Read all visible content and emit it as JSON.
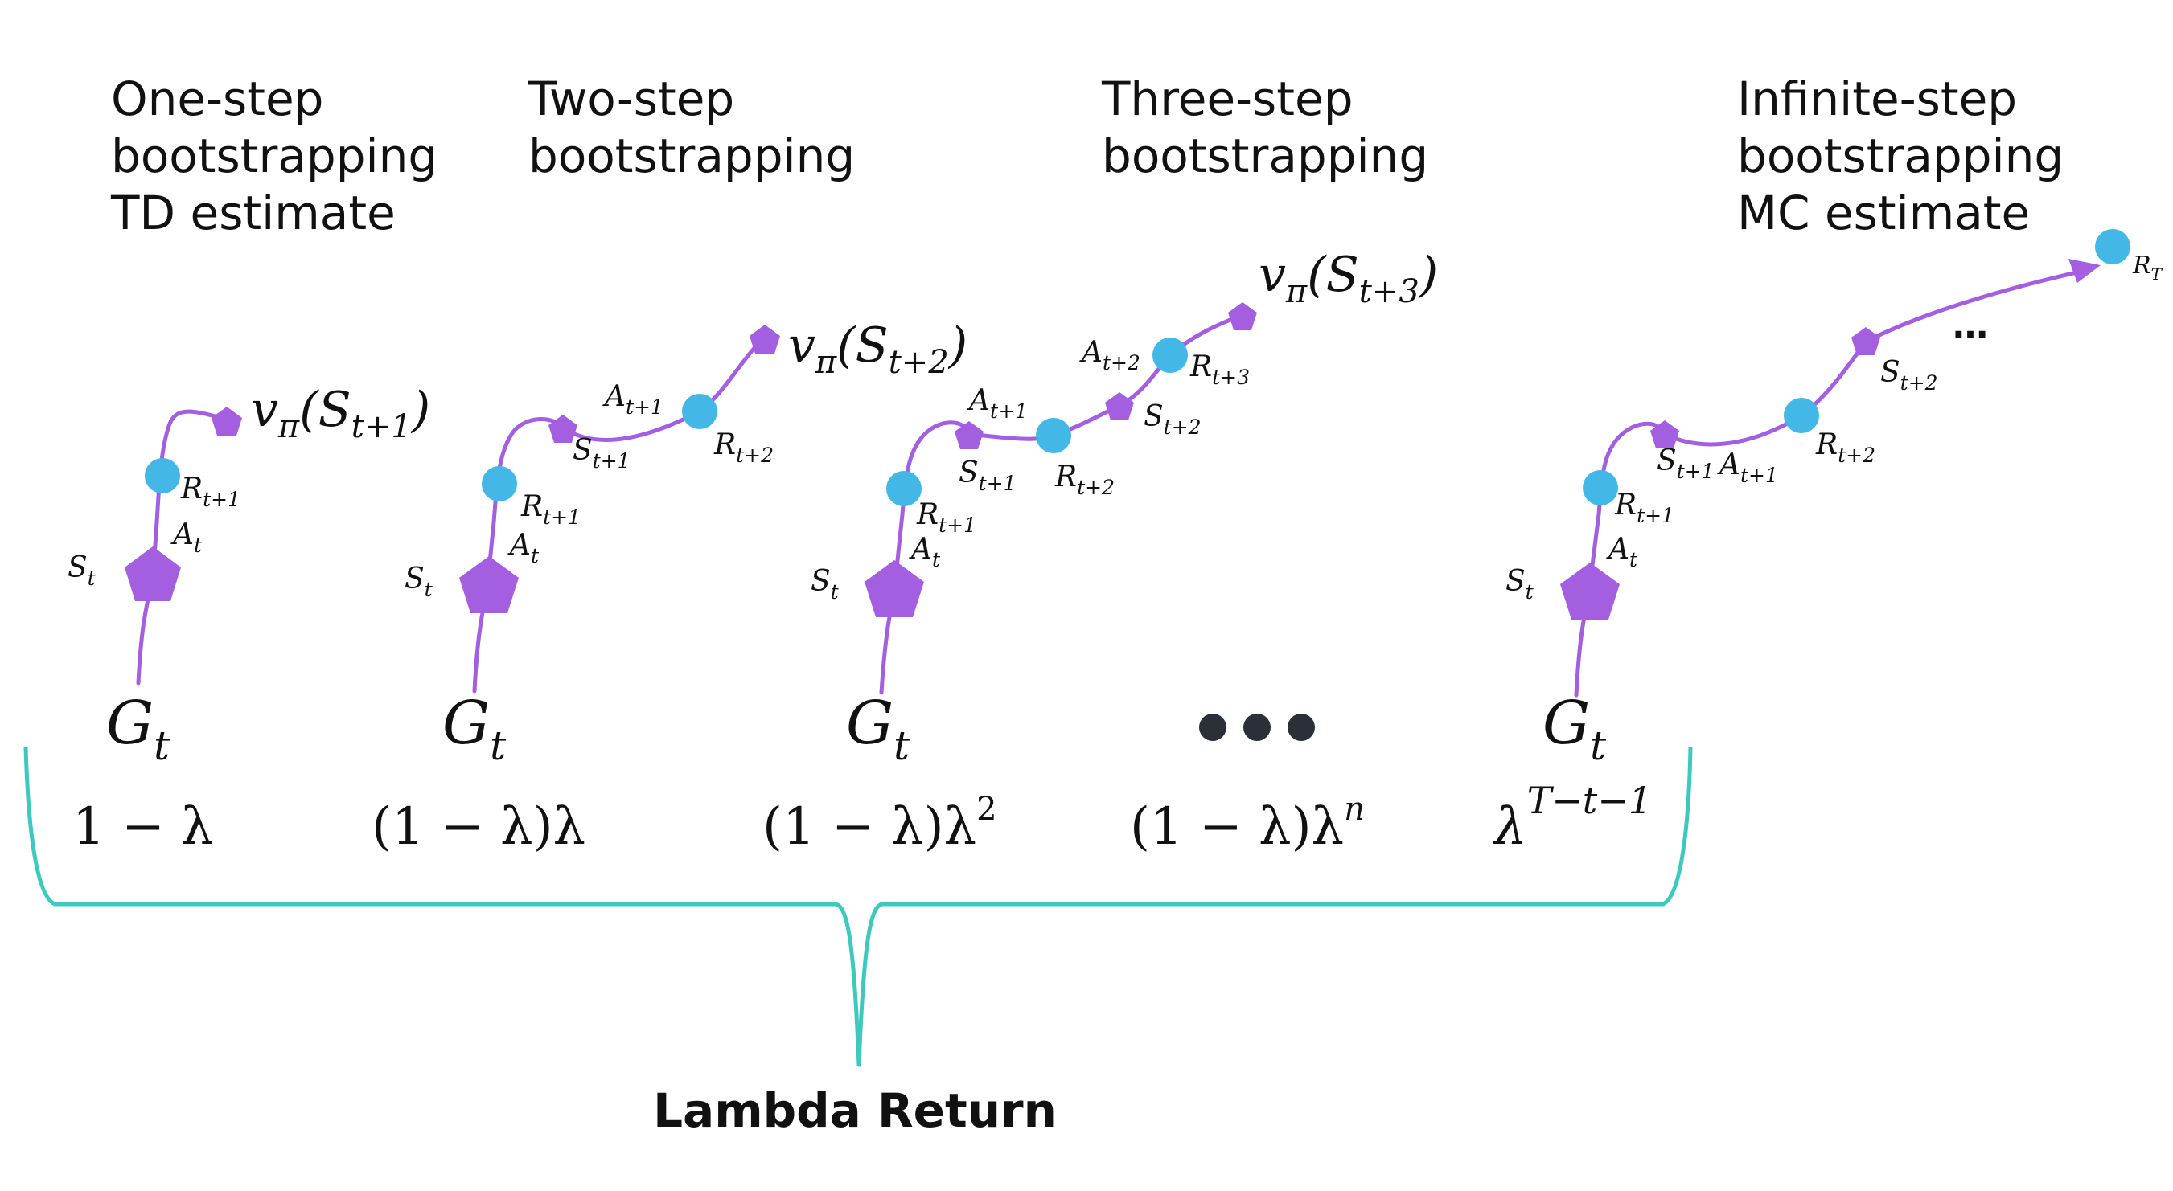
{
  "columns": [
    {
      "heading": [
        "One-step",
        "bootstrapping",
        "TD estimate"
      ],
      "value_label": "v_π(S_{t+1})",
      "weight": "1 − λ"
    },
    {
      "heading": [
        "Two-step",
        "bootstrapping"
      ],
      "value_label": "v_π(S_{t+2})",
      "weight": "(1 − λ)λ"
    },
    {
      "heading": [
        "Three-step",
        "bootstrapping"
      ],
      "value_label": "v_π(S_{t+3})",
      "weight": "(1 − λ)λ²"
    },
    {
      "heading": [],
      "value_label": "",
      "weight": "(1 − λ)λⁿ"
    },
    {
      "heading": [
        "Infinite-step",
        "bootstrapping",
        "MC estimate"
      ],
      "value_label": "R_T",
      "weight": "λ^(T−t−1)"
    }
  ],
  "labels": {
    "return": "G",
    "return_sub": "t",
    "state": "S",
    "action": "A",
    "reward": "R",
    "sub_t": "t",
    "sub_t1": "t+1",
    "sub_t2": "t+2",
    "sub_t3": "t+3",
    "v": "v",
    "pi": "π",
    "rT": "R",
    "rT_sub": "T",
    "ellipsis": "…",
    "one": "1 − λ",
    "omlambda": "(1 − λ)λ",
    "sq": "2",
    "n": "n",
    "lam": "λ",
    "exp": "T−t−1",
    "lparen": "(",
    "rparen": ")"
  },
  "ellipsis_dots": 3,
  "caption": "Lambda Return",
  "colors": {
    "path": "#a35fe0",
    "state": "#a35fe0",
    "reward": "#43b8e6",
    "brace": "#3ec9bf",
    "dots": "#2b2f38"
  }
}
